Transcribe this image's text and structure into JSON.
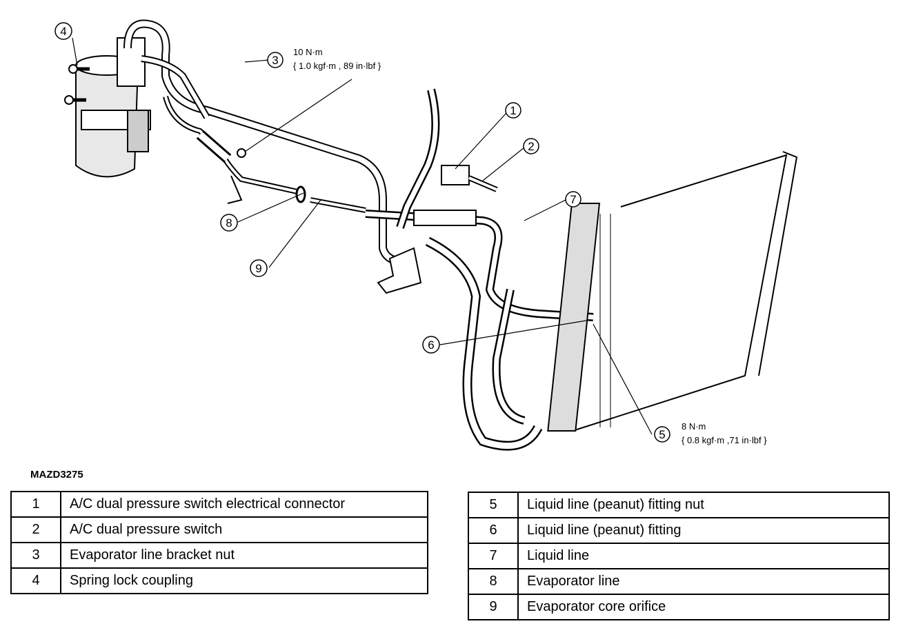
{
  "callouts": {
    "c1": "1",
    "c2": "2",
    "c3": "3",
    "c4": "4",
    "c5": "5",
    "c6": "6",
    "c7": "7",
    "c8": "8",
    "c9": "9",
    "torque3_line1": "10 N·m",
    "torque3_line2": "{ 1.0 kgf·m , 89 in·lbf }",
    "torque5_line1": "8 N·m",
    "torque5_line2": "{ 0.8 kgf·m ,71 in·lbf }"
  },
  "figure_id": "MAZD3275",
  "legend_left": [
    {
      "num": "1",
      "desc": "A/C dual pressure switch electrical connector"
    },
    {
      "num": "2",
      "desc": "A/C dual pressure switch"
    },
    {
      "num": "3",
      "desc": "Evaporator line bracket nut"
    },
    {
      "num": "4",
      "desc": "Spring lock coupling"
    }
  ],
  "legend_right": [
    {
      "num": "5",
      "desc": "Liquid line (peanut) fitting nut"
    },
    {
      "num": "6",
      "desc": "Liquid line (peanut) fitting"
    },
    {
      "num": "7",
      "desc": "Liquid line"
    },
    {
      "num": "8",
      "desc": "Evaporator line"
    },
    {
      "num": "9",
      "desc": "Evaporator core orifice"
    }
  ]
}
